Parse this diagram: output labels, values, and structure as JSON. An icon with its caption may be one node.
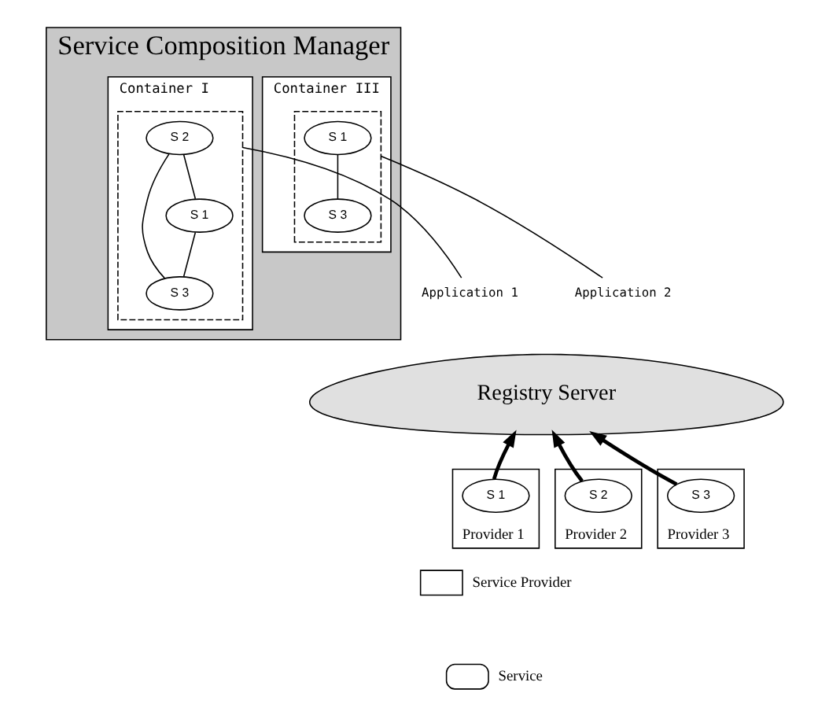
{
  "diagram": {
    "nodes": [
      {
        "text": [
          "Service Composition Manager"
        ]
      },
      {
        "text": [
          "Container I"
        ],
        "in": 0
      },
      {
        "text": [],
        "shape": "box",
        "in": 1
      },
      {
        "text": [
          "S 2"
        ],
        "in": 2
      },
      {
        "text": [
          "S 3"
        ],
        "in": 2
      },
      {
        "text": [
          "S 1"
        ],
        "in": 2
      },
      {
        "text": [
          "Container III"
        ],
        "in": 0
      },
      {
        "text": [],
        "shape": "box",
        "in": 6
      },
      {
        "text": [
          "S 1"
        ],
        "in": 7
      },
      {
        "text": [
          "S 3"
        ],
        "in": 7
      },
      {
        "text": [
          "Application 1"
        ]
      },
      {
        "text": [
          "Application 2"
        ]
      },
      {
        "text": [
          "Registry Server"
        ]
      },
      {
        "text": [],
        "shape": "box",
        "beside": [
          "Provider 1"
        ]
      },
      {
        "text": [
          "S 1"
        ],
        "in": 13
      },
      {
        "text": [],
        "shape": "box",
        "beside": [
          "Provider 2"
        ]
      },
      {
        "text": [
          "S 2"
        ],
        "in": 15
      },
      {
        "text": [],
        "shape": "box",
        "beside": [
          "Provider 3"
        ]
      },
      {
        "text": [
          "S 3"
        ],
        "in": 17
      }
    ],
    "edges": [
      {
        "from": 3,
        "to": 4,
        "arrow": "none"
      },
      {
        "from": 3,
        "to": 5,
        "arrow": "none"
      },
      {
        "from": 5,
        "to": 4,
        "arrow": "none"
      },
      {
        "from": 8,
        "to": 9,
        "arrow": "none"
      },
      {
        "from": 10,
        "to": 2,
        "arrow": "none"
      },
      {
        "from": 11,
        "to": 7,
        "arrow": "none"
      },
      {
        "from": 14,
        "to": 12,
        "arrow": "to",
        "style": "thick"
      },
      {
        "from": 16,
        "to": 12,
        "arrow": "to",
        "style": "thick"
      },
      {
        "from": 18,
        "to": 12,
        "arrow": "to",
        "style": "thick"
      }
    ],
    "legend": [
      {
        "text": "Service Provider"
      },
      {
        "text": "Service"
      }
    ]
  }
}
